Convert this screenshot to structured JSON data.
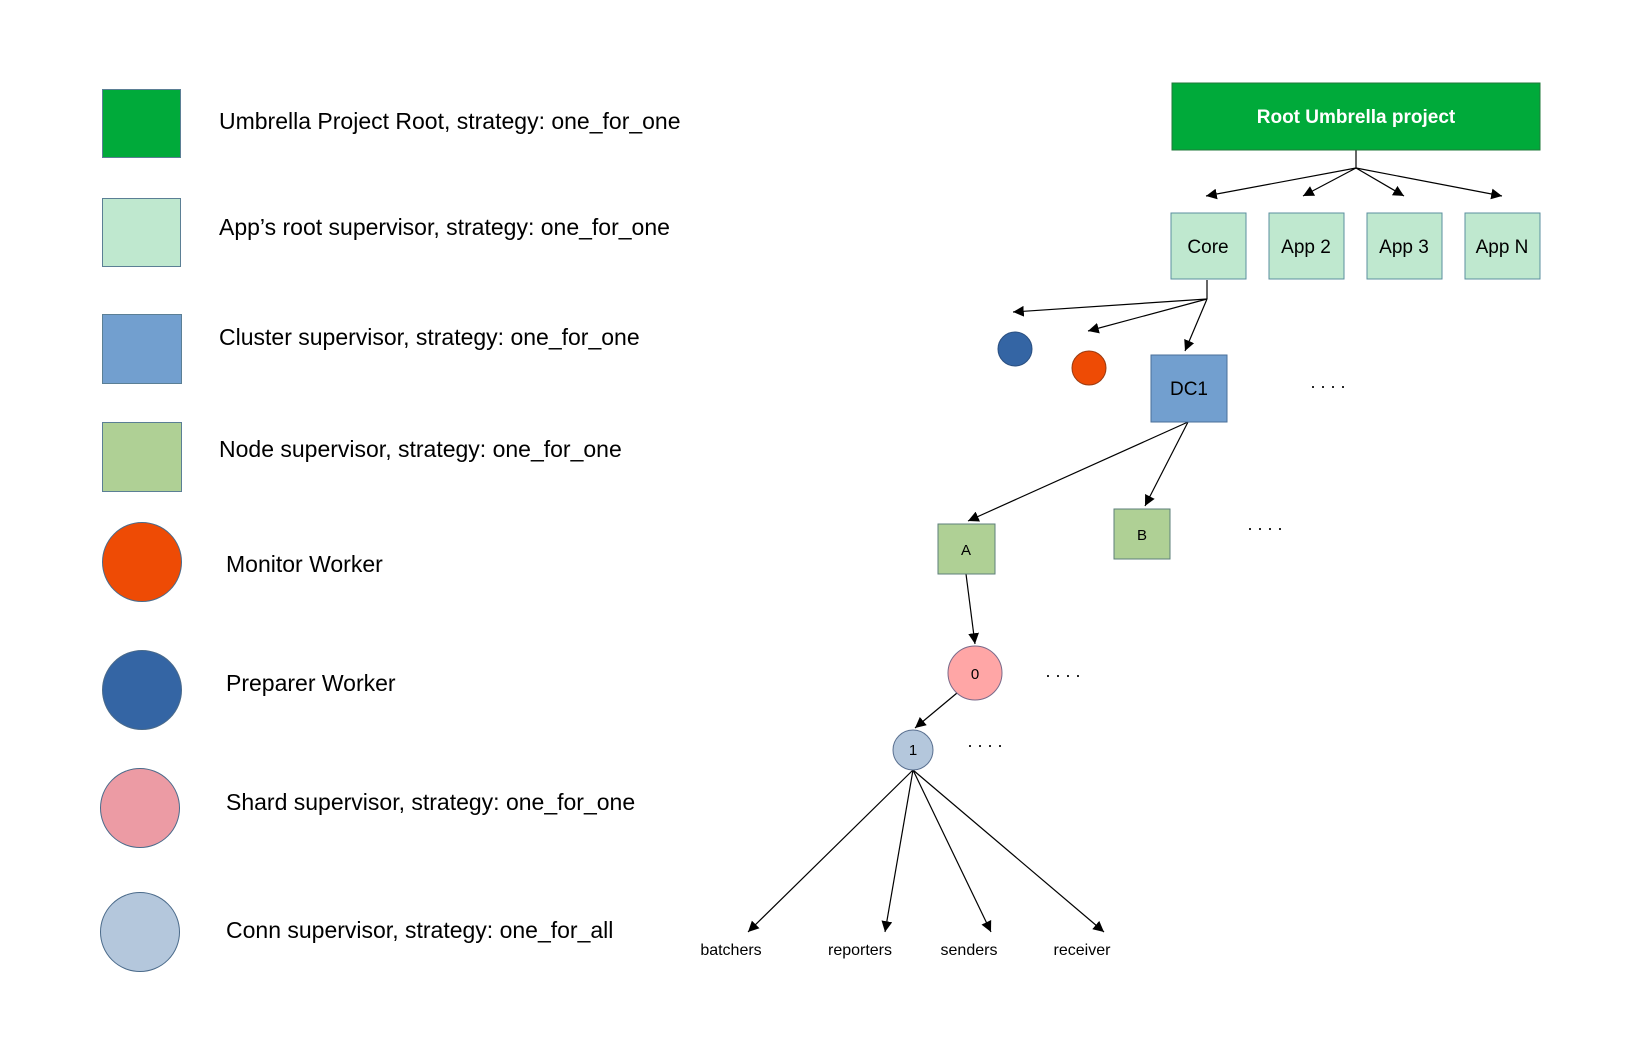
{
  "colors": {
    "root": "#00aa3a",
    "app": "#bfe8cf",
    "cluster": "#729fcf",
    "node": "#afd095",
    "monitor": "#ee4b05",
    "preparer": "#3465a4",
    "shard_legend": "#ec9ba4",
    "shard_node": "#ffa6a6",
    "conn": "#b4c7dc"
  },
  "legend": [
    {
      "shape": "square",
      "color_key": "root",
      "label": "Umbrella Project Root, strategy: one_for_one"
    },
    {
      "shape": "square",
      "color_key": "app",
      "label": "App’s root supervisor, strategy: one_for_one"
    },
    {
      "shape": "square",
      "color_key": "cluster",
      "label": "Cluster supervisor, strategy: one_for_one"
    },
    {
      "shape": "square",
      "color_key": "node",
      "label": "Node supervisor, strategy: one_for_one"
    },
    {
      "shape": "circle",
      "color_key": "monitor",
      "label": "Monitor Worker"
    },
    {
      "shape": "circle",
      "color_key": "preparer",
      "label": "Preparer Worker"
    },
    {
      "shape": "circle",
      "color_key": "shard_legend",
      "label": "Shard supervisor, strategy: one_for_one"
    },
    {
      "shape": "circle",
      "color_key": "conn",
      "label": "Conn supervisor, strategy: one_for_all"
    }
  ],
  "tree": {
    "root": "Root Umbrella project",
    "apps": [
      "Core",
      "App 2",
      "App 3",
      "App N"
    ],
    "cluster": "DC1",
    "nodes": [
      "A",
      "B"
    ],
    "shard": "0",
    "conn": "1",
    "leaves": [
      "batchers",
      "reporters",
      "senders",
      "receiver"
    ],
    "ellipsis": ". . . ."
  }
}
